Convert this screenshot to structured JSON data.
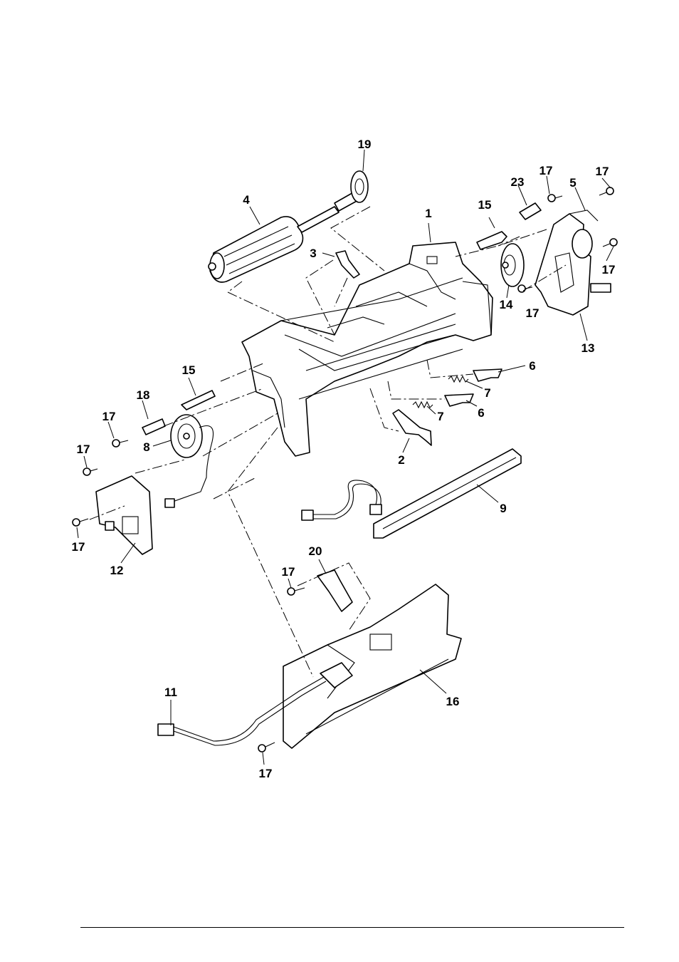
{
  "diagram": {
    "type": "exploded-parts-view",
    "callouts": [
      {
        "id": "c1",
        "text": "1"
      },
      {
        "id": "c2",
        "text": "2"
      },
      {
        "id": "c3",
        "text": "3"
      },
      {
        "id": "c4",
        "text": "4"
      },
      {
        "id": "c5",
        "text": "5"
      },
      {
        "id": "c6a",
        "text": "6"
      },
      {
        "id": "c6b",
        "text": "6"
      },
      {
        "id": "c7a",
        "text": "7"
      },
      {
        "id": "c7b",
        "text": "7"
      },
      {
        "id": "c8",
        "text": "8"
      },
      {
        "id": "c9",
        "text": "9"
      },
      {
        "id": "c11",
        "text": "11"
      },
      {
        "id": "c12",
        "text": "12"
      },
      {
        "id": "c13",
        "text": "13"
      },
      {
        "id": "c14",
        "text": "14"
      },
      {
        "id": "c15a",
        "text": "15"
      },
      {
        "id": "c15b",
        "text": "15"
      },
      {
        "id": "c16",
        "text": "16"
      },
      {
        "id": "c17a",
        "text": "17"
      },
      {
        "id": "c17b",
        "text": "17"
      },
      {
        "id": "c17c",
        "text": "17"
      },
      {
        "id": "c17d",
        "text": "17"
      },
      {
        "id": "c17e",
        "text": "17"
      },
      {
        "id": "c17f",
        "text": "17"
      },
      {
        "id": "c17g",
        "text": "17"
      },
      {
        "id": "c17h",
        "text": "17"
      },
      {
        "id": "c17i",
        "text": "17"
      },
      {
        "id": "c18",
        "text": "18"
      },
      {
        "id": "c19",
        "text": "19"
      },
      {
        "id": "c20",
        "text": "20"
      },
      {
        "id": "c23",
        "text": "23"
      }
    ]
  }
}
